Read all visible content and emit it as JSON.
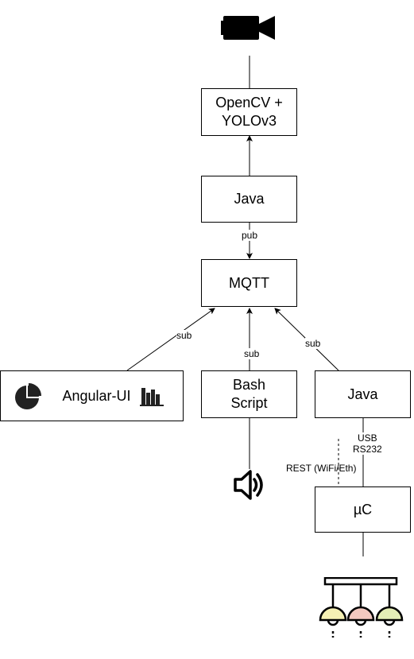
{
  "nodes": {
    "opencv": "OpenCV +\nYOLOv3",
    "java_top": "Java",
    "mqtt": "MQTT",
    "angular": "Angular-UI",
    "bash": "Bash\nScript",
    "java_right": "Java",
    "uc": "µC"
  },
  "edges": {
    "pub": "pub",
    "sub_left": "sub",
    "sub_mid": "sub",
    "sub_right": "sub",
    "usb": "USB\nRS232",
    "rest": "REST (WiFi/Eth)"
  },
  "icons": {
    "camera": "video-camera-icon",
    "pie": "pie-chart-icon",
    "bars": "bar-chart-icon",
    "speaker": "speaker-icon",
    "lamp": "ceiling-lamp-icon"
  },
  "colors": {
    "lamp_left": "#f5f0b4",
    "lamp_mid": "#f3c9c0",
    "lamp_right": "#e4eeb6"
  }
}
